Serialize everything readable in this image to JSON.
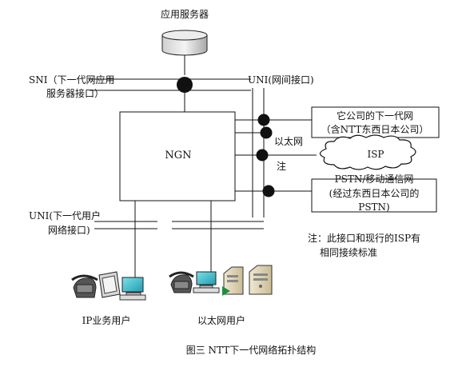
{
  "server": {
    "label": "应用服务器"
  },
  "sni": {
    "line1": "SNI（下一代网应用",
    "line2": "服务器接口）"
  },
  "uni_network": {
    "label": "UNI(网间接口)"
  },
  "ngn": {
    "label": "NGN"
  },
  "other_company": {
    "line1": "它公司的下一代网",
    "line2": "（含NTT东西日本公司）"
  },
  "ethernet_label": "以太网",
  "isp": {
    "label": "ISP"
  },
  "note_marker": "注",
  "pstn": {
    "line1": "PSTN/移动通信网",
    "line2": "(经过东西日本公司的",
    "line3": "PSTN)"
  },
  "uni_user": {
    "line1": "UNI(下一代用户",
    "line2": "网络接口)"
  },
  "note": {
    "line1": "注：此接口和现行的ISP有",
    "line2": "相同接续标准"
  },
  "users": {
    "ip": "IP业务用户",
    "ethernet": "以太网用户"
  },
  "caption": "图三  NTT下一代网络拓扑结构"
}
